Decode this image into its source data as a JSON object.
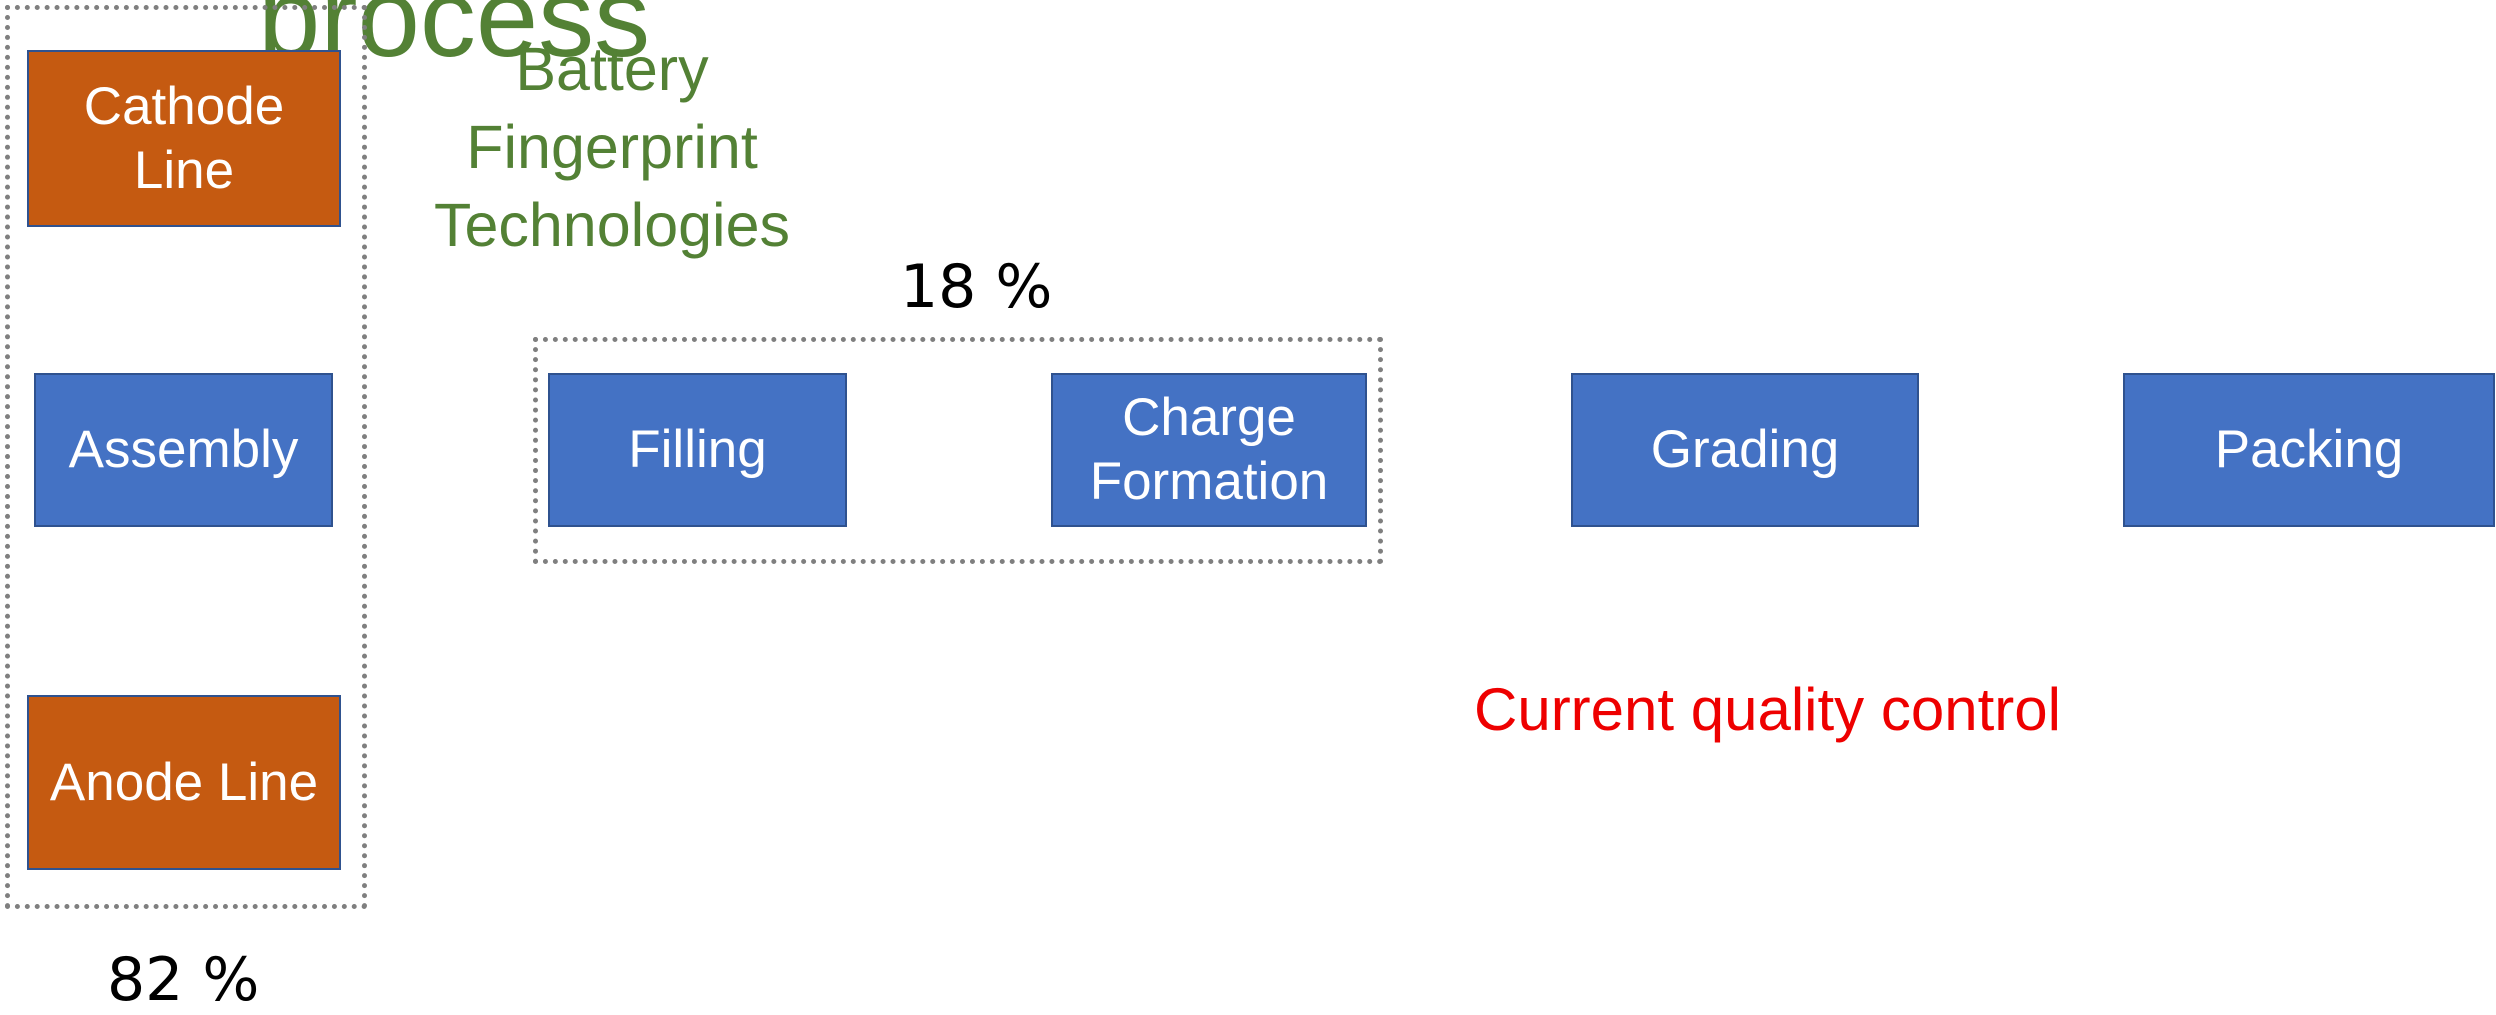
{
  "title_fragment": "process",
  "stages": {
    "cathode": "Cathode\nLine",
    "assembly": "Assembly",
    "anode": "Anode Line",
    "filling": "Filling",
    "charge_formation": "Charge\nFormation",
    "grading": "Grading",
    "packing": "Packing"
  },
  "percent_left": "82 %",
  "percent_middle": "18 %",
  "fingerprint_label": "Battery\nFingerprint\nTechnologies",
  "quality_label": "Current quality control",
  "colors": {
    "stage_blue": "#4472c4",
    "electrode_orange": "#c55a11",
    "flow_arrow_gray": "#a6a6a6",
    "fingerprint_green": "#538135",
    "quality_red": "#ee0000"
  },
  "icons": [
    "balance-scale-icon",
    "ruler-icon",
    "battery-tester-photo"
  ]
}
